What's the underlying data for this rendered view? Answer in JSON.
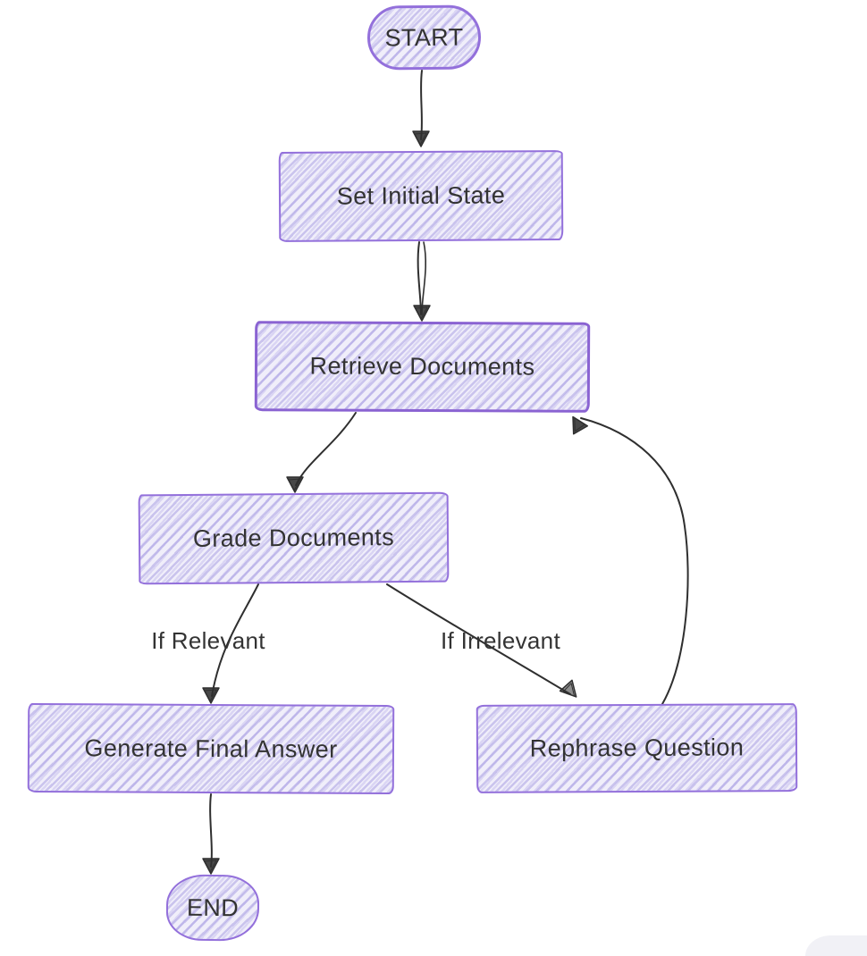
{
  "diagram": {
    "type": "flowchart",
    "direction": "top-down",
    "style": "hand-drawn",
    "nodes": [
      {
        "id": "start",
        "label": "START",
        "shape": "stadium"
      },
      {
        "id": "set_initial_state",
        "label": "Set Initial State",
        "shape": "rectangle"
      },
      {
        "id": "retrieve_documents",
        "label": "Retrieve Documents",
        "shape": "rectangle-emphasized"
      },
      {
        "id": "grade_documents",
        "label": "Grade Documents",
        "shape": "rectangle"
      },
      {
        "id": "generate_final_answer",
        "label": "Generate Final Answer",
        "shape": "rectangle"
      },
      {
        "id": "rephrase_question",
        "label": "Rephrase Question",
        "shape": "rectangle"
      },
      {
        "id": "end",
        "label": "END",
        "shape": "stadium"
      }
    ],
    "edges": [
      {
        "from": "start",
        "to": "set_initial_state",
        "label": ""
      },
      {
        "from": "set_initial_state",
        "to": "retrieve_documents",
        "label": ""
      },
      {
        "from": "retrieve_documents",
        "to": "grade_documents",
        "label": ""
      },
      {
        "from": "grade_documents",
        "to": "generate_final_answer",
        "label": "If Relevant"
      },
      {
        "from": "grade_documents",
        "to": "rephrase_question",
        "label": "If Irrelevant"
      },
      {
        "from": "rephrase_question",
        "to": "retrieve_documents",
        "label": ""
      },
      {
        "from": "generate_final_answer",
        "to": "end",
        "label": ""
      }
    ],
    "colors": {
      "background": "#FFFFFF",
      "node_fill": "#ECECFF",
      "node_stroke": "#9370DB",
      "node_stroke_emphasis": "#8A63D2",
      "edge_stroke": "#333333",
      "text": "#333333",
      "corner_panel": "#F1F1F6"
    }
  }
}
